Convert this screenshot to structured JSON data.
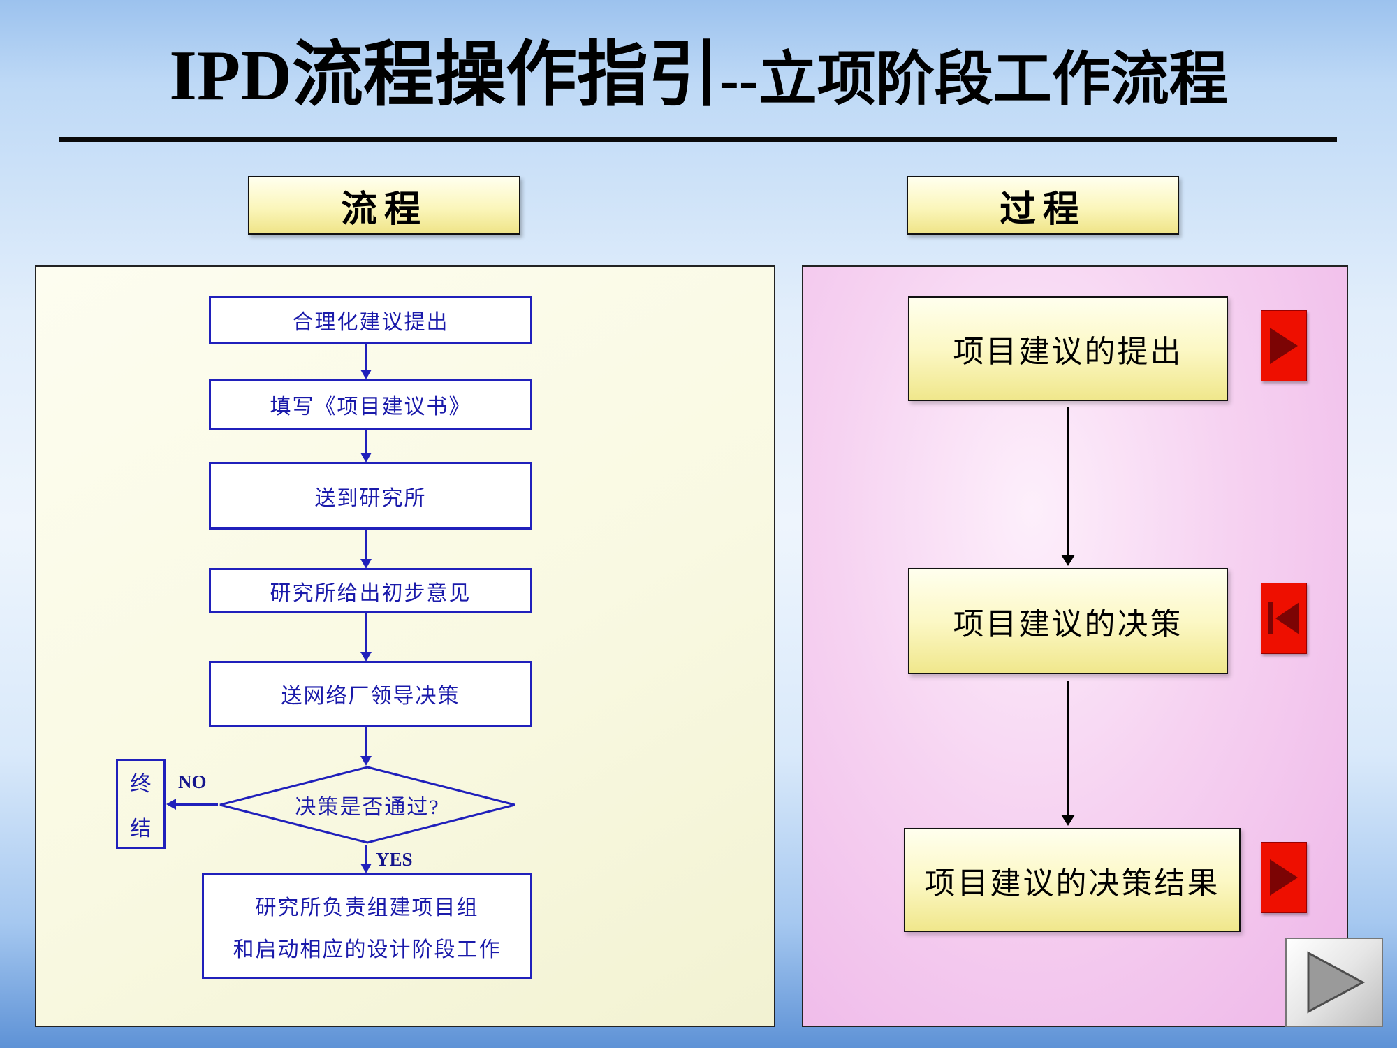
{
  "title": {
    "main": "IPD流程操作指引",
    "sub": "--立项阶段工作流程"
  },
  "left": {
    "header": "流程",
    "steps": [
      "合理化建议提出",
      "填写《项目建议书》",
      "送到研究所",
      "研究所给出初步意见",
      "送网络厂领导决策"
    ],
    "decision": {
      "question": "决策是否通过?",
      "no_label": "NO",
      "yes_label": "YES"
    },
    "terminate": {
      "line1": "终",
      "line2": "结"
    },
    "final": {
      "line1": "研究所负责组建项目组",
      "line2": "和启动相应的设计阶段工作"
    }
  },
  "right": {
    "header": "过程",
    "items": [
      {
        "label": "项目建议的提出",
        "icon": "play-icon"
      },
      {
        "label": "项目建议的决策",
        "icon": "skip-back-icon"
      },
      {
        "label": "项目建议的决策结果",
        "icon": "play-icon"
      }
    ]
  },
  "colors": {
    "flow_border_blue": "#2020bb",
    "flow_text_blue": "#1a1aaa",
    "header_yellow": "#f3eb96",
    "panel_left_bg": "#f9f9e2",
    "panel_right_pink": "#f2c6ec",
    "red_button": "#ee0f00",
    "red_button_glyph": "#7c0404",
    "nav_triangle_gray": "#9a9a9a"
  }
}
